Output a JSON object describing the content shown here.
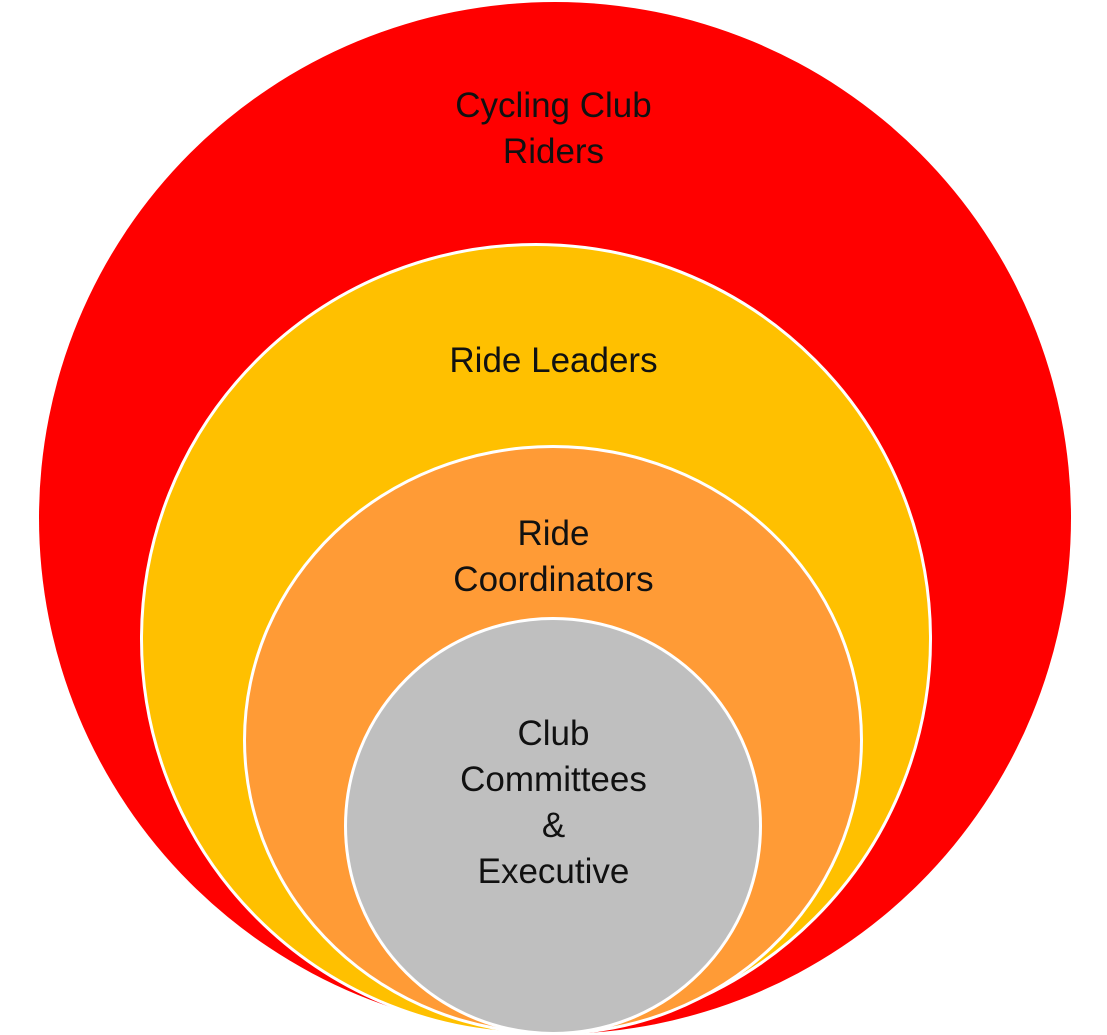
{
  "diagram": {
    "rings": [
      {
        "lines": [
          "Cycling Club",
          "Riders"
        ],
        "color": "#ff0000"
      },
      {
        "lines": [
          "Ride Leaders"
        ],
        "color": "#ffc000"
      },
      {
        "lines": [
          "Ride",
          "Coordinators"
        ],
        "color": "#ff9b36"
      },
      {
        "lines": [
          "Club",
          "Committees",
          "&",
          "Executive"
        ],
        "color": "#bfbfbf"
      }
    ]
  }
}
